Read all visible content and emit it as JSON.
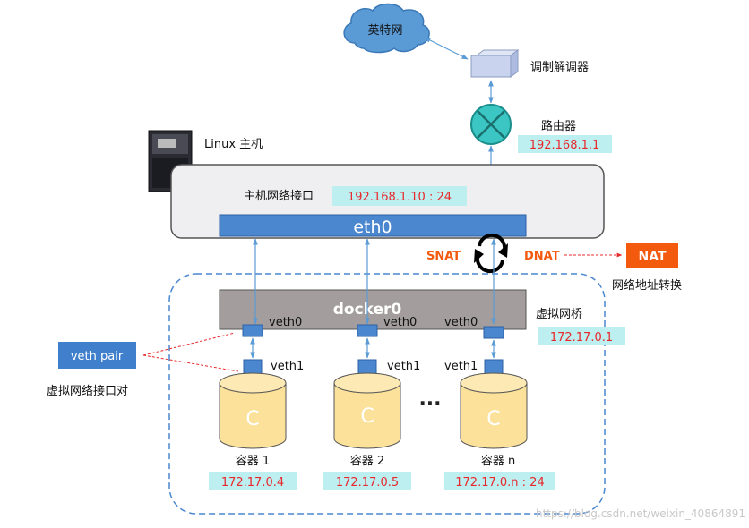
{
  "internet": {
    "label": "英特网"
  },
  "modem": {
    "label": "调制解调器"
  },
  "router": {
    "label": "路由器",
    "ip": "192.168.1.1"
  },
  "host": {
    "label": "Linux 主机",
    "nic_label": "主机网络接口",
    "nic_ip": "192.168.1.10 : 24",
    "eth0": "eth0"
  },
  "nat": {
    "snat": "SNAT",
    "dnat": "DNAT",
    "box": "NAT",
    "caption": "网络地址转换"
  },
  "bridge": {
    "label": "docker0",
    "caption": "虚拟网桥",
    "ip": "172.17.0.1"
  },
  "veth_pair": {
    "box": "veth pair",
    "caption": "虚拟网络接口对"
  },
  "containers": [
    {
      "veth0": "veth0",
      "veth1": "veth1",
      "letter": "C",
      "name": "容器 1",
      "ip": "172.17.0.4"
    },
    {
      "veth0": "veth0",
      "veth1": "veth1",
      "letter": "C",
      "name": "容器 2",
      "ip": "172.17.0.5"
    },
    {
      "veth0": "veth0",
      "veth1": "veth1",
      "letter": "C",
      "name": "容器 n",
      "ip": "172.17.0.n : 24"
    }
  ],
  "ellipsis": "···",
  "watermark": "https://blog.csdn.net/weixin_40864891",
  "colors": {
    "blue_box": "#3f7fcc",
    "cyan_label": "#bdeef0",
    "nat_orange": "#f35a0e",
    "bridge_gray": "#a39d9d",
    "cylinder_yellow": "#fbe19a"
  }
}
